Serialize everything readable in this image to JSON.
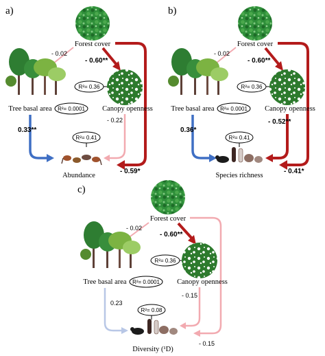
{
  "colors": {
    "strong_negative": "#b31b1b",
    "weak_negative": "#f2aab0",
    "strong_positive": "#3f6fc4",
    "weak_positive": "#b8c7e6",
    "forest_green": "#2e7d32"
  },
  "panels": [
    {
      "label": "a)",
      "forest_cover": "Forest cover",
      "canopy_openness": "Canopy openness",
      "tree_basal_area": "Tree basal area",
      "response": "Abundance",
      "r2_canopy": "R²= 0.36",
      "r2_basal": "R²= 0.0001",
      "r2_response": "R²= 0.41",
      "coef_fc_tba": "- 0.02",
      "coef_fc_co": "- 0.60**",
      "coef_co_resp": "- 0.22",
      "coef_tba_resp": "0.33**",
      "coef_fc_resp": "- 0.59*"
    },
    {
      "label": "b)",
      "forest_cover": "Forest cover",
      "canopy_openness": "Canopy openness",
      "tree_basal_area": "Tree basal area",
      "response": "Species richness",
      "r2_canopy": "R²= 0.36",
      "r2_basal": "R²= 0.0001",
      "r2_response": "R²= 0.41",
      "coef_fc_tba": "- 0.02",
      "coef_fc_co": "- 0.60**",
      "coef_co_resp": "- 0.52**",
      "coef_tba_resp": "0.36*",
      "coef_fc_resp": "- 0.41*"
    },
    {
      "label": "c)",
      "forest_cover": "Forest cover",
      "canopy_openness": "Canopy openness",
      "tree_basal_area": "Tree basal area",
      "response": "Diversity (¹D)",
      "r2_canopy": "R²= 0.36",
      "r2_basal": "R²= 0.0001",
      "r2_response": "R²= 0.08",
      "coef_fc_tba": "- 0.02",
      "coef_fc_co": "- 0.60**",
      "coef_co_resp": "- 0.15",
      "coef_tba_resp": "0.23",
      "coef_fc_resp": "- 0.15"
    }
  ]
}
